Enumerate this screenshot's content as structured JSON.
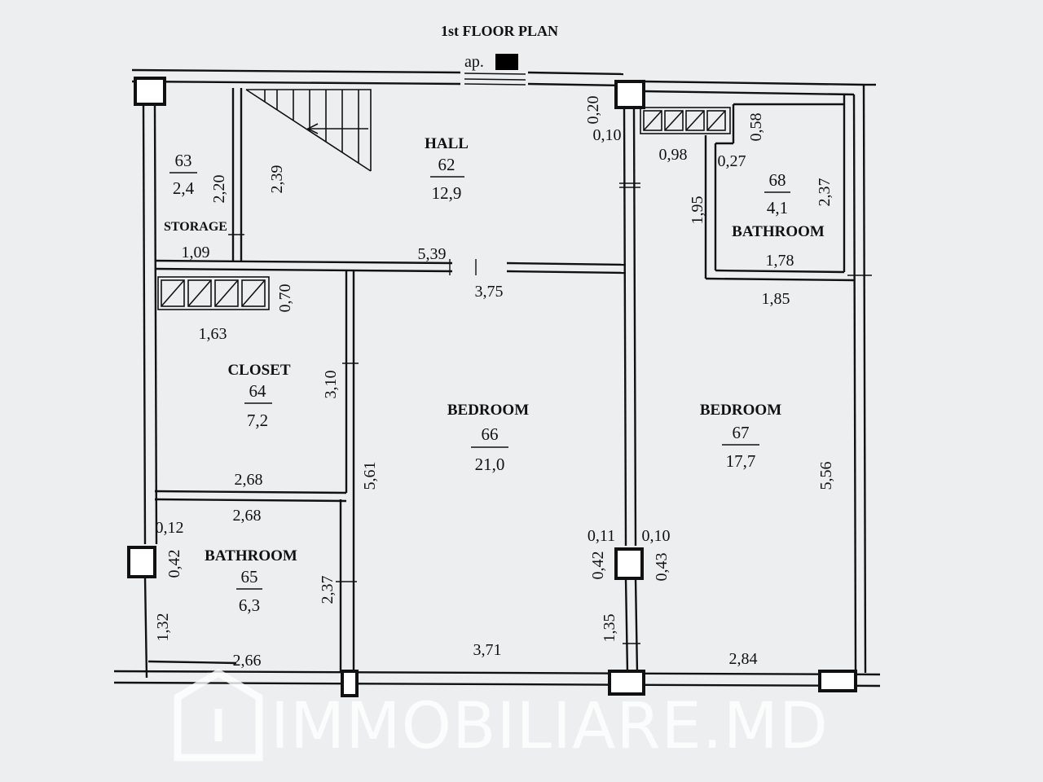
{
  "plan_title": "1st FLOOR PLAN",
  "apartment_label": "ap.",
  "rooms": [
    {
      "id": "62",
      "name": "HALL",
      "area": "12,9"
    },
    {
      "id": "63",
      "name": "STORAGE",
      "area": "2,4"
    },
    {
      "id": "64",
      "name": "CLOSET",
      "area": "7,2"
    },
    {
      "id": "65",
      "name": "BATHROOM",
      "area": "6,3"
    },
    {
      "id": "66",
      "name": "BEDROOM",
      "area": "21,0"
    },
    {
      "id": "67",
      "name": "BEDROOM",
      "area": "17,7"
    },
    {
      "id": "68",
      "name": "BATHROOM",
      "area": "4,1"
    }
  ],
  "dimensions": {
    "hall_wall_top": "0,20",
    "hall_wall_side": "0,10",
    "storage_height": "2,20",
    "stair_height": "2,39",
    "storage_width": "1,09",
    "hall_width": "5,39",
    "bedroom66_top_width": "3,75",
    "closet_shelf": "0,70",
    "closet_width": "1,63",
    "closet_height": "3,10",
    "closet_bottom_width": "2,68",
    "bathroom65_top_width": "2,68",
    "bathroom65_wall": "0,12",
    "bathroom65_column": "0,42",
    "bathroom65_height": "2,37",
    "bathroom65_side": "1,32",
    "bathroom65_width": "2,66",
    "bedroom66_height": "5,61",
    "bedroom66_width": "3,71",
    "column_left_wall": "0,11",
    "column_right_wall": "0,10",
    "column_left_height": "0,42",
    "column_right_height": "0,43",
    "column_lower": "1,35",
    "bedroom67_width": "2,84",
    "bedroom67_height": "5,56",
    "bathroom68_shelf_width": "0,98",
    "bathroom68_shelf_depth": "0,58",
    "bathroom68_wall": "0,27",
    "bathroom68_side": "1,95",
    "bathroom68_height": "2,37",
    "bathroom68_width": "1,78",
    "bedroom67_top_width": "1,85"
  },
  "watermark": "IMMOBILIARE.MD"
}
